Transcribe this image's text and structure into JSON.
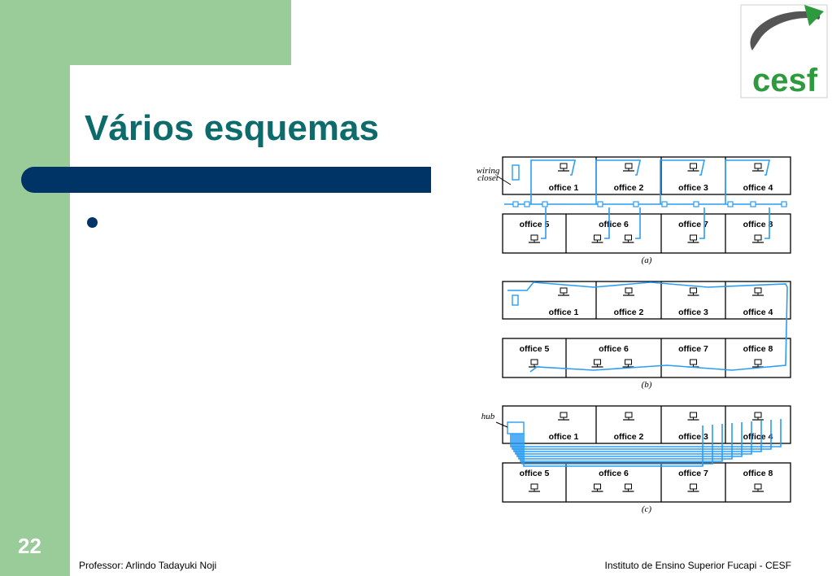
{
  "slide": {
    "title": "Vários esquemas",
    "number": "22",
    "footer_left": "Professor: Arlindo Tadayuki Noji",
    "footer_right": "Instituto de Ensino Superior Fucapi - CESF"
  },
  "logo": {
    "text": "cesf",
    "green": "#2e9a3e",
    "arc": "#555555"
  },
  "colors": {
    "accent_bar": "#003366",
    "side_green": "#99cc99",
    "title": "#0e6b6b",
    "cable": "#2a9df4"
  },
  "diagram": {
    "offices_top": [
      "office 1",
      "office 2",
      "office 3",
      "office 4"
    ],
    "offices_bottom": [
      "office 5",
      "office 6",
      "office 7",
      "office 8"
    ],
    "panels": [
      {
        "caption": "(a)",
        "side_label": [
          "wiring",
          "closet"
        ]
      },
      {
        "caption": "(b)",
        "side_label": []
      },
      {
        "caption": "(c)",
        "side_label": [
          "hub"
        ]
      }
    ]
  }
}
